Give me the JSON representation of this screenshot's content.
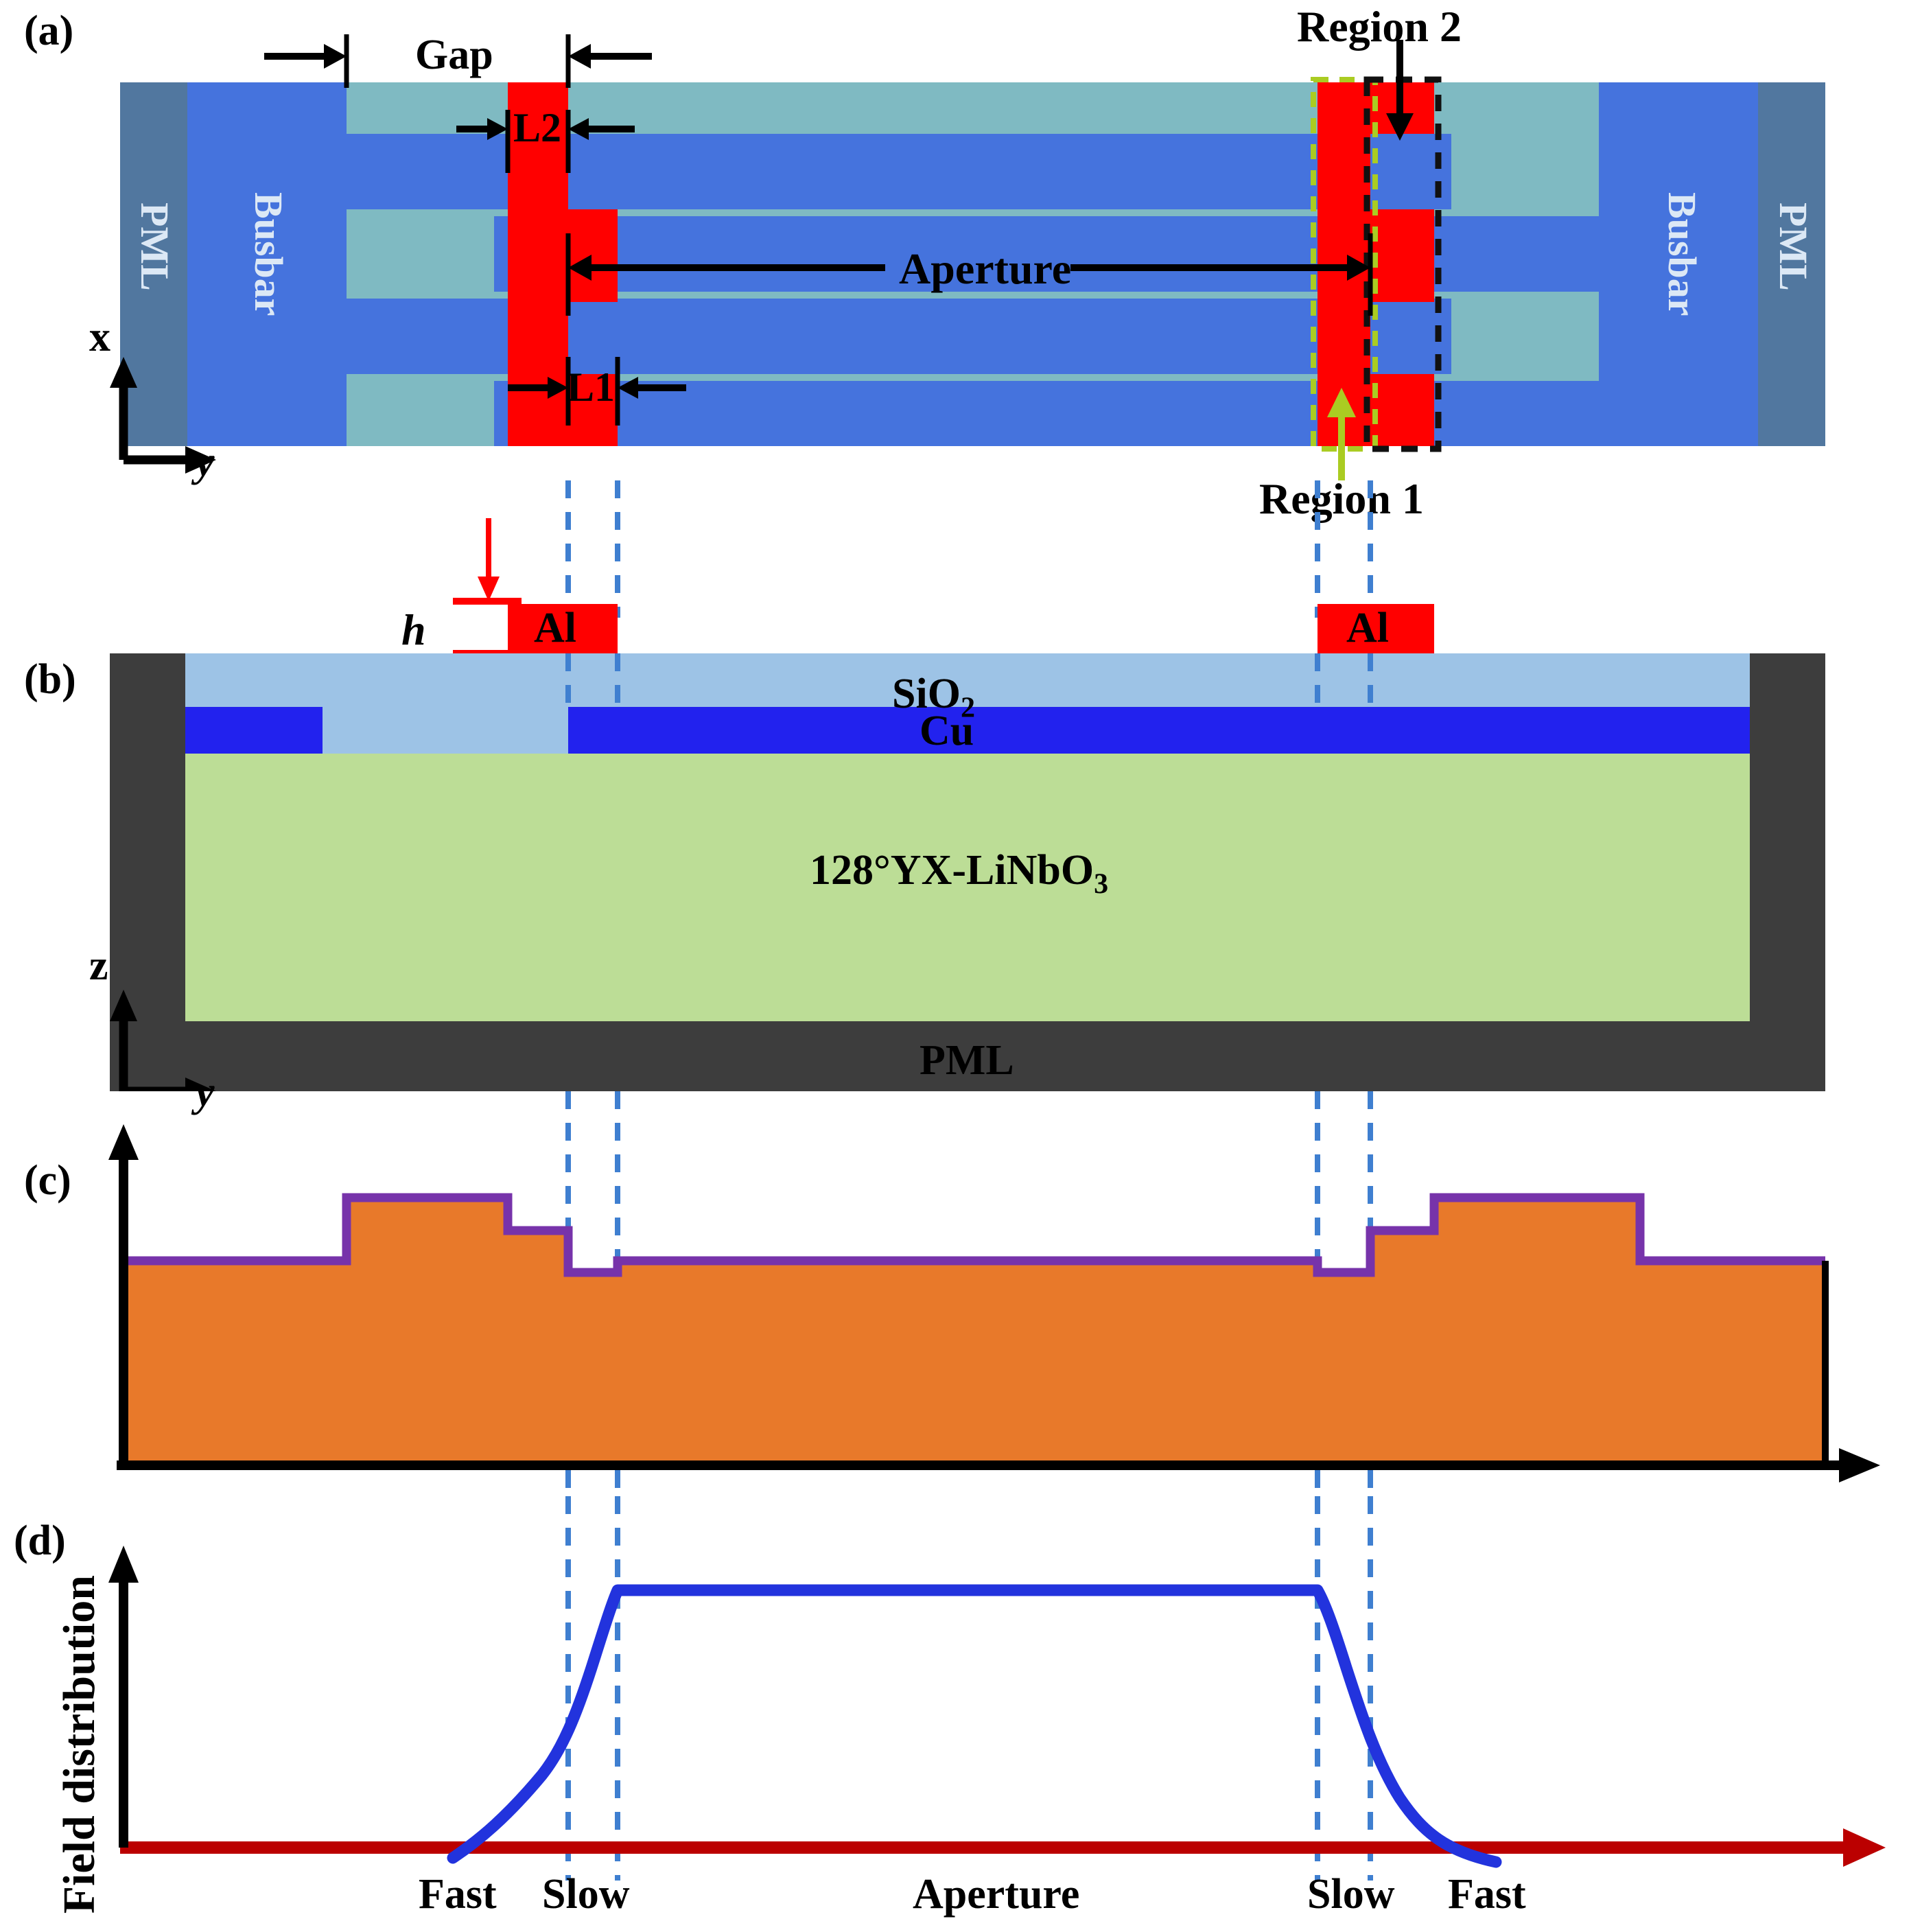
{
  "figure": {
    "panels": [
      {
        "id": "a",
        "label": "(a)",
        "view": "top"
      },
      {
        "id": "b",
        "label": "(b)",
        "view": "cross-section"
      },
      {
        "id": "c",
        "label": "(c)",
        "view": "velocity-profile"
      },
      {
        "id": "d",
        "label": "(d)",
        "view": "field-distribution"
      }
    ]
  },
  "panel_a": {
    "label": "(a)",
    "axis_x": "x",
    "axis_y": "y",
    "pml_left": "PML",
    "pml_right": "PML",
    "busbar_left": "Busbar",
    "busbar_right": "Busbar",
    "dim_gap": "Gap",
    "dim_l1": "L1",
    "dim_l2": "L2",
    "dim_aperture": "Aperture",
    "region1": "Region 1",
    "region2": "Region 2",
    "colors": {
      "pml": "#51779F",
      "busbar": "#4573DD",
      "substrate": "#7FBAC2",
      "electrode": "#FF0000",
      "region1_outline": "#AACC22",
      "region2_outline": "#111111"
    }
  },
  "panel_b": {
    "label": "(b)",
    "axis_z": "z",
    "axis_y": "y",
    "electrode_left": "Al",
    "electrode_right": "Al",
    "dim_h": "h",
    "layer_sio2": "SiO",
    "layer_sio2_sub": "2",
    "layer_cu": "Cu",
    "layer_substrate_pre": "128°YX-LiNbO",
    "layer_substrate_sub": "3",
    "pml": "PML",
    "colors": {
      "pml": "#3D3D3D",
      "sio2": "#9DC3E6",
      "cu": "#2222EE",
      "linbo3": "#BCDD96",
      "al": "#FF0000",
      "h_arrow": "#FF0000"
    }
  },
  "panel_c": {
    "label": "(c)",
    "colors": {
      "fill": "#E8792A",
      "outline": "#7733AA",
      "axis": "#000000",
      "dashed": "#3F7FD0"
    }
  },
  "panel_d": {
    "label": "(d)",
    "ylabel": "Field distribution",
    "ticks": [
      "Fast",
      "Slow",
      "Aperture",
      "Slow",
      "Fast"
    ],
    "colors": {
      "curve": "#2233DD",
      "axis_x": "#BB0000",
      "axis_y": "#000000",
      "dashed": "#3F7FD0"
    }
  },
  "chart_data": [
    {
      "type": "area",
      "panel": "c",
      "title": "",
      "xlabel": "",
      "ylabel": "",
      "description": "Stepped acoustic velocity profile across the device width (piston-mode waveguide). Higher steps = fast regions, lower plateau = aperture.",
      "grid": false,
      "legend": null,
      "x_breaks": [
        175,
        505,
        740,
        828,
        900,
        1920,
        1997,
        2090,
        2390,
        2660
      ],
      "step_values": [
        0.34,
        0.62,
        0.52,
        0.28,
        0.34,
        0.28,
        0.52,
        0.62,
        0.34
      ],
      "ylim": [
        0,
        1.0
      ],
      "xlim": [
        175,
        2660
      ]
    },
    {
      "type": "line",
      "panel": "d",
      "title": "",
      "xlabel": "",
      "ylabel": "Field distribution",
      "description": "Transverse field (piston mode) amplitude: zero in fast regions, ramps through slow regions, flat-top across the aperture.",
      "grid": false,
      "legend": null,
      "xtick_positions": [
        660,
        840,
        1450,
        2010,
        2180
      ],
      "xtick_labels": [
        "Fast",
        "Slow",
        "Aperture",
        "Slow",
        "Fast"
      ],
      "x": [
        175,
        660,
        700,
        760,
        800,
        828,
        860,
        885,
        900,
        1400,
        1920,
        1945,
        1970,
        1997,
        2040,
        2090,
        2150,
        2180,
        2700
      ],
      "y": [
        0,
        0,
        0.07,
        0.19,
        0.29,
        0.38,
        0.62,
        0.85,
        0.93,
        0.93,
        0.93,
        0.86,
        0.7,
        0.52,
        0.33,
        0.19,
        0.05,
        0,
        0
      ],
      "ylim": [
        0,
        1.0
      ],
      "xlim": [
        175,
        2740
      ]
    }
  ]
}
